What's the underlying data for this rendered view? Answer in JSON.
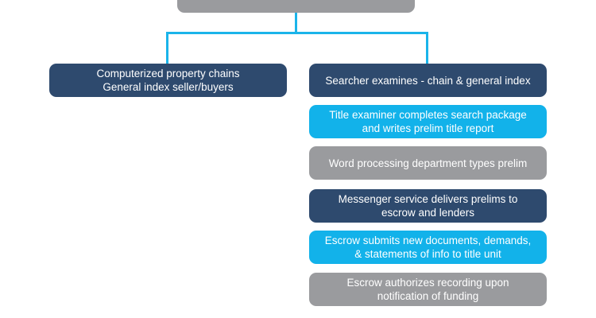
{
  "diagram": {
    "type": "flowchart",
    "colors": {
      "navy": "#2e4a6e",
      "cyan": "#12b2ea",
      "grey": "#9a9b9e",
      "connector": "#1ab4ea"
    },
    "top_node": {
      "label": "",
      "color": "grey",
      "note": "text cropped out of view"
    },
    "left_branch": {
      "label": "Computerized property chains\nGeneral index seller/buyers",
      "color": "navy"
    },
    "right_branch": [
      {
        "label": "Searcher examines - chain & general index",
        "color": "navy"
      },
      {
        "label": "Title examiner completes search package\nand writes prelim title report",
        "color": "cyan"
      },
      {
        "label": "Word processing department types prelim",
        "color": "grey"
      },
      {
        "label": "Messenger service delivers prelims to\nescrow and lenders",
        "color": "navy"
      },
      {
        "label": "Escrow submits new documents, demands,\n& statements of info to title unit",
        "color": "cyan"
      },
      {
        "label": "Escrow authorizes recording upon\nnotification of funding",
        "color": "grey"
      }
    ]
  }
}
